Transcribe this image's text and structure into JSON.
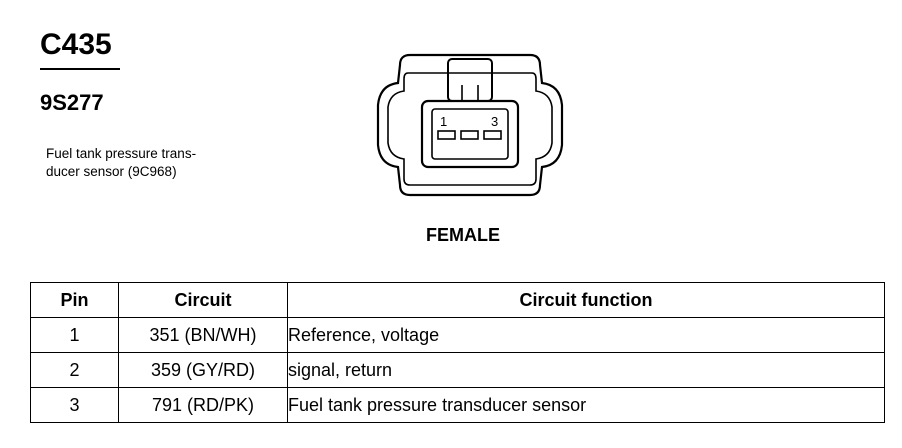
{
  "header": {
    "connector_id": "C435",
    "part_number": "9S277",
    "description_line1": "Fuel tank pressure trans-",
    "description_line2": "ducer sensor (9C968)"
  },
  "connector": {
    "gender": "FEMALE",
    "pin_first": "1",
    "pin_last": "3"
  },
  "table": {
    "headers": {
      "pin": "Pin",
      "circuit": "Circuit",
      "function": "Circuit function"
    },
    "rows": [
      {
        "pin": "1",
        "circuit": "351 (BN/WH)",
        "function": "Reference, voltage"
      },
      {
        "pin": "2",
        "circuit": "359 (GY/RD)",
        "function": "signal, return"
      },
      {
        "pin": "3",
        "circuit": "791 (RD/PK)",
        "function": "Fuel tank pressure transducer sensor"
      }
    ]
  }
}
